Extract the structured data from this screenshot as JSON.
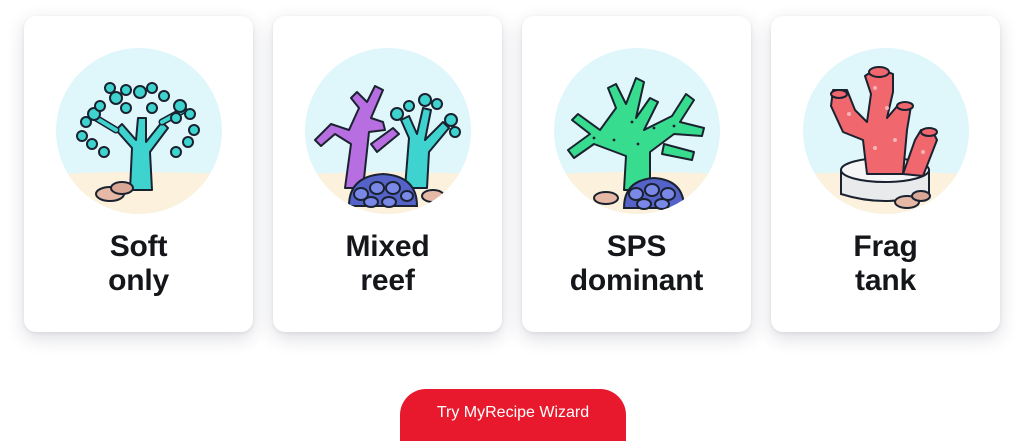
{
  "cards": [
    {
      "line1": "Soft",
      "line2": "only",
      "icon": "soft-coral-icon"
    },
    {
      "line1": "Mixed",
      "line2": "reef",
      "icon": "mixed-reef-icon"
    },
    {
      "line1": "SPS",
      "line2": "dominant",
      "icon": "sps-coral-icon"
    },
    {
      "line1": "Frag",
      "line2": "tank",
      "icon": "frag-coral-icon"
    }
  ],
  "cta": {
    "label": "Try MyRecipe Wizard"
  },
  "colors": {
    "accent": "#e8192c",
    "water": "#dff6fb",
    "sand": "#fbf1dc",
    "soft_coral": "#3fd3d0",
    "mixed_purple": "#b76ee0",
    "zoanthid": "#5563c9",
    "sps_green": "#38dc8e",
    "frag_coral": "#f0676d"
  }
}
